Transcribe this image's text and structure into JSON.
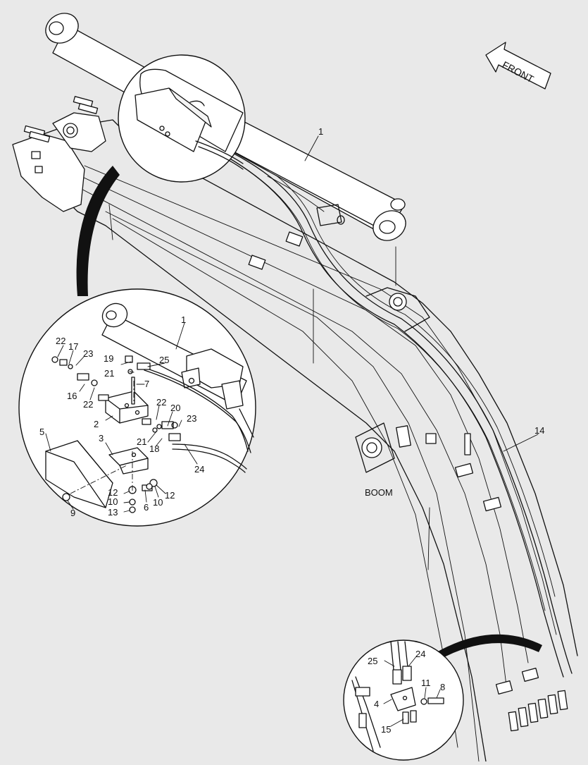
{
  "front_label": "FRONT",
  "boom_label": "BOOM",
  "callouts": {
    "main_cylinder": "1",
    "clamp": "14",
    "detail_a": [
      "1",
      "25",
      "19",
      "21",
      "7",
      "22",
      "17",
      "23",
      "16",
      "22",
      "2",
      "22",
      "20",
      "21",
      "18",
      "23",
      "24",
      "5",
      "3",
      "12",
      "10",
      "13",
      "6",
      "10",
      "12",
      "9"
    ],
    "detail_b": [
      "25",
      "24",
      "11",
      "8",
      "4",
      "15"
    ]
  }
}
